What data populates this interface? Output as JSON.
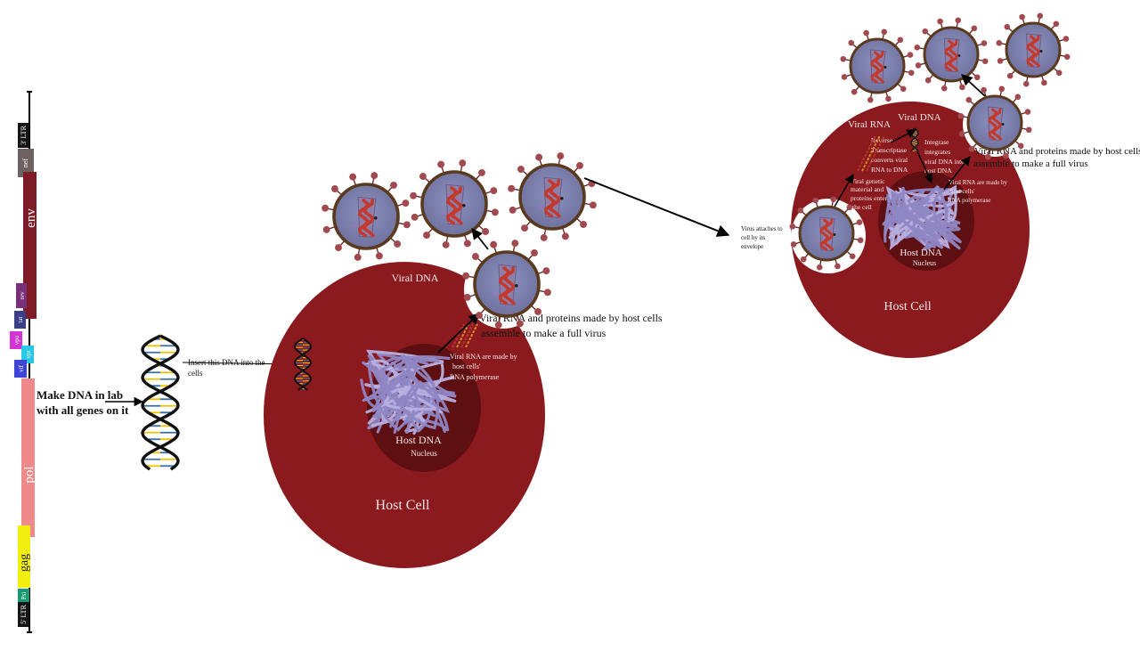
{
  "genes": [
    {
      "key": "ltr3",
      "label": "3' LTR",
      "color": "#151515"
    },
    {
      "key": "nef",
      "label": "nef",
      "color": "#6e6260"
    },
    {
      "key": "env",
      "label": "env",
      "color": "#7d1c26"
    },
    {
      "key": "rev",
      "label": "rev",
      "color": "#7a2f7a"
    },
    {
      "key": "tat",
      "label": "tat",
      "color": "#3b3f8a"
    },
    {
      "key": "vpu",
      "label": "vpu",
      "color": "#d633d6"
    },
    {
      "key": "vpr",
      "label": "vpr",
      "color": "#28c8e6"
    },
    {
      "key": "vif",
      "label": "vif",
      "color": "#3e44d6"
    },
    {
      "key": "pol",
      "label": "pol",
      "color": "#f08a8a"
    },
    {
      "key": "gag",
      "label": "gag",
      "color": "#f2ee10"
    },
    {
      "key": "psi",
      "label": "Psi",
      "color": "#1a9a72"
    },
    {
      "key": "ltr5",
      "label": "5' LTR",
      "color": "#151515"
    }
  ],
  "left_panel": {
    "make_dna_line1": "Make DNA in lab",
    "make_dna_line2": "with all genes on it",
    "insert_line1": "Insert this DNA into the",
    "insert_line2": "cells"
  },
  "cell1": {
    "host_cell": "Host Cell",
    "host_dna": "Host DNA",
    "nucleus": "Nucleus",
    "viral_dna": "Viral DNA",
    "rna_made_line1": "Viral RNA are made by",
    "rna_made_line2": "host cells'",
    "rna_made_line3": "RNA polymerase",
    "assemble_line1": "Viral RNA and proteins made by host cells",
    "assemble_line2": "assemble to make a full virus"
  },
  "attach": {
    "line1": "Virus attaches to",
    "line2": "cell by its",
    "line3": "envelope"
  },
  "cell2": {
    "host_cell": "Host Cell",
    "host_dna": "Host DNA",
    "nucleus": "Nucleus",
    "viral_rna": "Viral RNA",
    "viral_dna": "Viral DNA",
    "rt_line1": "Reverse",
    "rt_line2": "Transcriptase",
    "rt_line3": "converts viral",
    "rt_line4": "RNA to DNA",
    "enter_line1": "Viral genetic",
    "enter_line2": "material and",
    "enter_line3": "proteins enter",
    "enter_line4": "the cell",
    "int_line1": "Integrase",
    "int_line2": "integrates",
    "int_line3": "viral DNA into",
    "int_line4": "host DNA",
    "rna_made_line1": "Viral RNA are made by",
    "rna_made_line2": "host cells'",
    "rna_made_line3": "RNA polymerase",
    "assemble_line1": "Viral RNA and proteins made by host cells",
    "assemble_line2": "assemble to make a full virus"
  },
  "colors": {
    "cell": "#8b1a1e",
    "nucleus": "#5e0f12",
    "virus_fill": "#7f84b0",
    "virus_ring": "#5a3a1e",
    "spike": "#a04a50"
  }
}
